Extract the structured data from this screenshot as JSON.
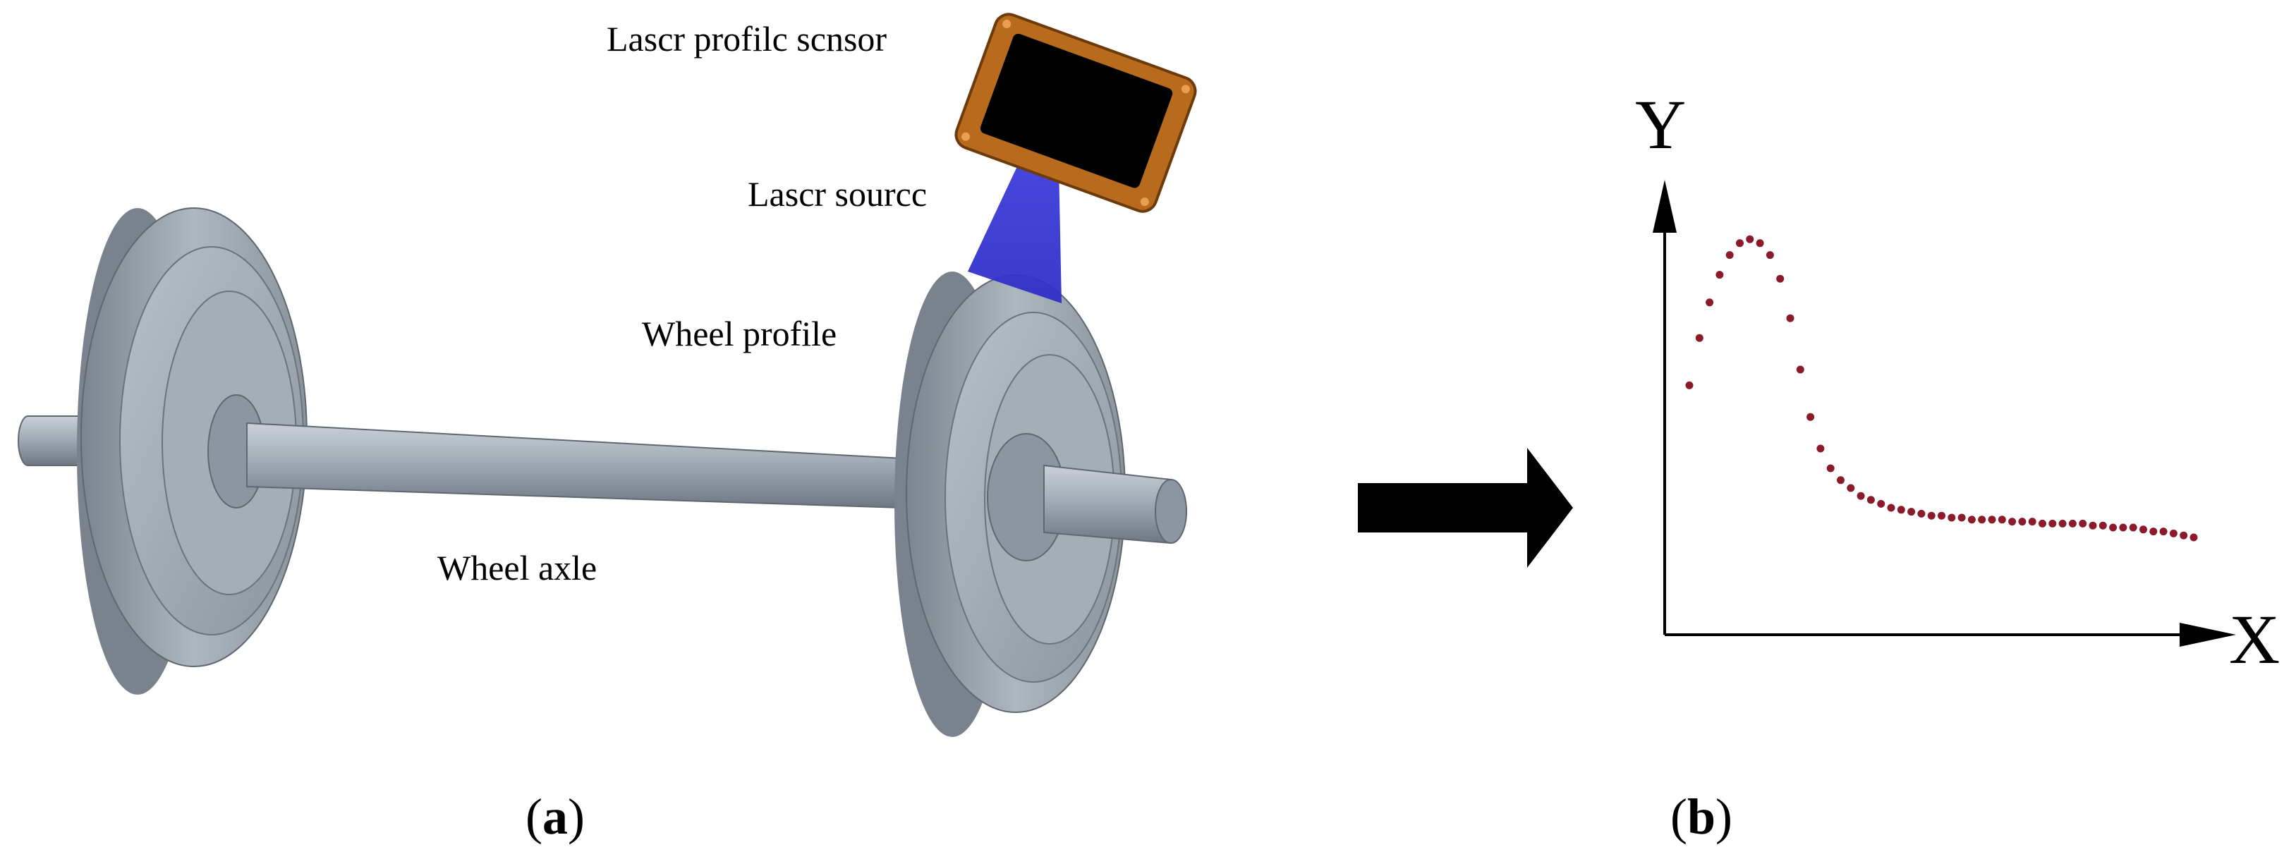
{
  "labels": {
    "sensor": "Lascr profilc scnsor",
    "source": "Lascr sourcc",
    "profile": "Wheel profile",
    "axle": "Wheel axle"
  },
  "panels": {
    "a": {
      "open": "(",
      "letter": "a",
      "close": ")"
    },
    "b": {
      "open": "(",
      "letter": "b",
      "close": ")"
    }
  },
  "axes": {
    "x": "X",
    "y": "Y"
  },
  "colors": {
    "steel": "#9aa3ad",
    "sensor_body": "#b86a1d",
    "sensor_window": "#000000",
    "laser": "#3a3ad8",
    "profile_dots": "#8b1a2b",
    "arrow": "#000000"
  },
  "icons": {
    "flow": "right-arrow-icon"
  },
  "chart_data": {
    "type": "scatter",
    "xlabel": "X",
    "ylabel": "Y",
    "series": [
      {
        "x": [
          0.0,
          0.02,
          0.04,
          0.06,
          0.08,
          0.1,
          0.12,
          0.14,
          0.16,
          0.18,
          0.2,
          0.22,
          0.24,
          0.26,
          0.28,
          0.3,
          0.32,
          0.34,
          0.36,
          0.38,
          0.4,
          0.42,
          0.44,
          0.46,
          0.48,
          0.5,
          0.52,
          0.54,
          0.56,
          0.58,
          0.6,
          0.62,
          0.64,
          0.66,
          0.68,
          0.7,
          0.72,
          0.74,
          0.76,
          0.78,
          0.8,
          0.82,
          0.84,
          0.86,
          0.88,
          0.9,
          0.92,
          0.94,
          0.96,
          0.98,
          1.0
        ],
        "y": [
          0.56,
          0.68,
          0.77,
          0.84,
          0.89,
          0.92,
          0.93,
          0.92,
          0.89,
          0.83,
          0.73,
          0.6,
          0.48,
          0.4,
          0.35,
          0.32,
          0.3,
          0.28,
          0.27,
          0.26,
          0.25,
          0.245,
          0.24,
          0.235,
          0.23,
          0.23,
          0.225,
          0.225,
          0.22,
          0.22,
          0.22,
          0.22,
          0.215,
          0.215,
          0.215,
          0.21,
          0.21,
          0.21,
          0.21,
          0.21,
          0.205,
          0.205,
          0.2,
          0.2,
          0.2,
          0.195,
          0.19,
          0.19,
          0.185,
          0.18,
          0.175
        ]
      }
    ]
  }
}
